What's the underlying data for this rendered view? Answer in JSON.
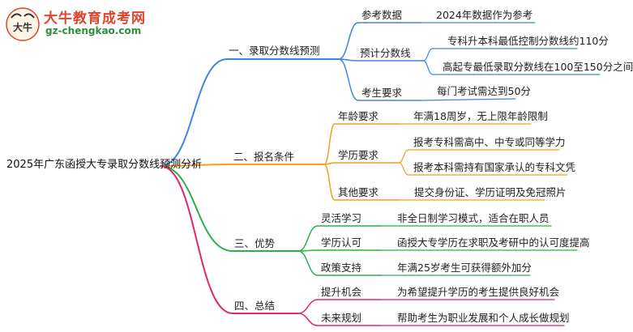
{
  "logo": {
    "title": "大牛教育成考网",
    "url": "gz-chengkao.com",
    "mark_text": "大牛"
  },
  "root": {
    "label": "2025年广东函授大专录取分数线预测分析"
  },
  "branches": [
    {
      "label": "一、录取分数线预测",
      "color": "#3d86e6",
      "children": [
        {
          "label": "参考数据",
          "leaves": [
            "2024年数据作为参考"
          ]
        },
        {
          "label": "预计分数线",
          "leaves": [
            "专科升本科最低控制分数线约110分",
            "高起专最低录取分数线在100至150分之间"
          ]
        },
        {
          "label": "考生要求",
          "leaves": [
            "每门考试需达到50分"
          ]
        }
      ]
    },
    {
      "label": "二、报名条件",
      "color": "#f0a21c",
      "children": [
        {
          "label": "年龄要求",
          "leaves": [
            "年满18周岁，无上限年龄限制"
          ]
        },
        {
          "label": "学历要求",
          "leaves": [
            "报考专科需高中、中专或同等学力",
            "报考本科需持有国家承认的专科文凭"
          ]
        },
        {
          "label": "其他要求",
          "leaves": [
            "提交身份证、学历证明及免冠照片"
          ]
        }
      ]
    },
    {
      "label": "三、优势",
      "color": "#2fae4a",
      "children": [
        {
          "label": "灵活学习",
          "leaves": [
            "非全日制学习模式，适合在职人员"
          ]
        },
        {
          "label": "学历认可",
          "leaves": [
            "函授大专学历在求职及考研中的认可度提高"
          ]
        },
        {
          "label": "政策支持",
          "leaves": [
            "年满25岁考生可获得额外加分"
          ]
        }
      ]
    },
    {
      "label": "四、总结",
      "color": "#e0266e",
      "children": [
        {
          "label": "提升机会",
          "leaves": [
            "为希望提升学历的考生提供良好机会"
          ]
        },
        {
          "label": "未来规划",
          "leaves": [
            "帮助考生为职业发展和个人成长做规划"
          ]
        }
      ]
    }
  ]
}
